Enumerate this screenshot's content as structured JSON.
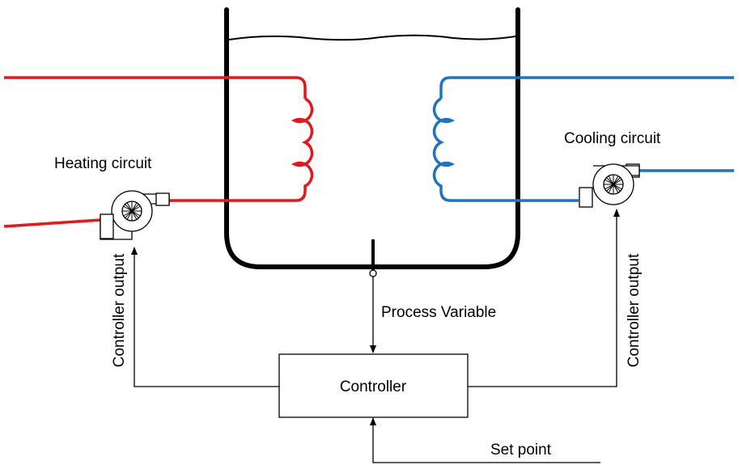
{
  "labels": {
    "heating_circuit": "Heating circuit",
    "cooling_circuit": "Cooling circuit",
    "process_variable": "Process Variable",
    "controller": "Controller",
    "set_point": "Set point",
    "controller_output_left": "Controller output",
    "controller_output_right": "Controller output"
  },
  "colors": {
    "heating": "#e8151b",
    "cooling": "#1f73c2",
    "line": "#000000"
  },
  "icons": {
    "heating_pump": "centrifugal-pump-icon",
    "cooling_pump": "centrifugal-pump-icon"
  }
}
